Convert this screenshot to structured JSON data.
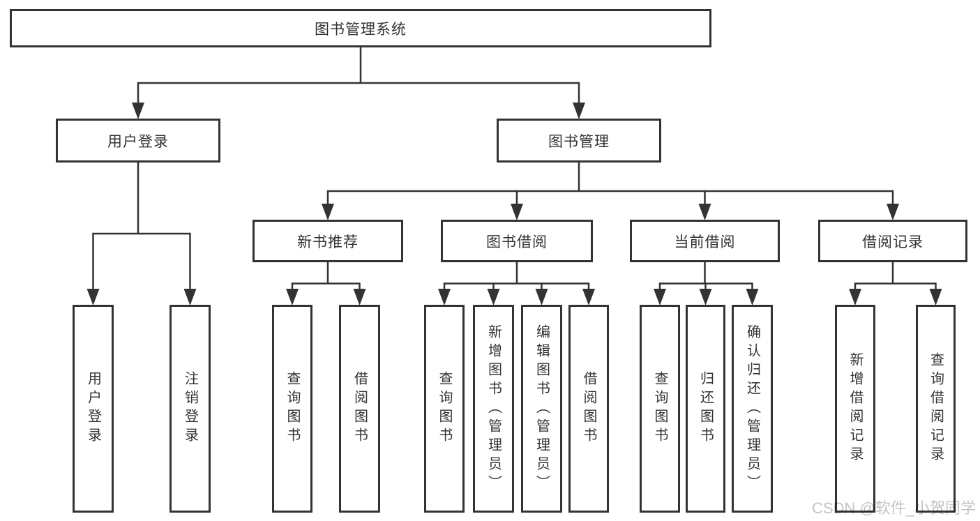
{
  "diagram": {
    "title": "图书管理系统",
    "nodes": [
      {
        "id": "root",
        "label": "图书管理系统",
        "orientation": "horizontal",
        "children": [
          "user-login",
          "book-mgmt"
        ]
      },
      {
        "id": "user-login",
        "label": "用户登录",
        "orientation": "horizontal",
        "children": [
          "leaf-user-login",
          "leaf-logout"
        ]
      },
      {
        "id": "book-mgmt",
        "label": "图书管理",
        "orientation": "horizontal",
        "children": [
          "new-book-rec",
          "book-borrow",
          "current-borrow",
          "borrow-records"
        ]
      },
      {
        "id": "new-book-rec",
        "label": "新书推荐",
        "orientation": "horizontal",
        "children": [
          "leaf-query-books-1",
          "leaf-borrow-books-1"
        ]
      },
      {
        "id": "book-borrow",
        "label": "图书借阅",
        "orientation": "horizontal",
        "children": [
          "leaf-query-books-2",
          "leaf-add-book",
          "leaf-edit-book",
          "leaf-borrow-books-2"
        ]
      },
      {
        "id": "current-borrow",
        "label": "当前借阅",
        "orientation": "horizontal",
        "children": [
          "leaf-query-books-3",
          "leaf-return-book",
          "leaf-confirm-return"
        ]
      },
      {
        "id": "borrow-records",
        "label": "借阅记录",
        "orientation": "horizontal",
        "children": [
          "leaf-add-borrow-record",
          "leaf-query-borrow-record"
        ]
      },
      {
        "id": "leaf-user-login",
        "label": "用户登录",
        "orientation": "vertical",
        "children": []
      },
      {
        "id": "leaf-logout",
        "label": "注销登录",
        "orientation": "vertical",
        "children": []
      },
      {
        "id": "leaf-query-books-1",
        "label": "查询图书",
        "orientation": "vertical",
        "children": []
      },
      {
        "id": "leaf-borrow-books-1",
        "label": "借阅图书",
        "orientation": "vertical",
        "children": []
      },
      {
        "id": "leaf-query-books-2",
        "label": "查询图书",
        "orientation": "vertical",
        "children": []
      },
      {
        "id": "leaf-add-book",
        "label": "新增图书（管理员）",
        "orientation": "vertical",
        "children": []
      },
      {
        "id": "leaf-edit-book",
        "label": "编辑图书（管理员）",
        "orientation": "vertical",
        "children": []
      },
      {
        "id": "leaf-borrow-books-2",
        "label": "借阅图书",
        "orientation": "vertical",
        "children": []
      },
      {
        "id": "leaf-query-books-3",
        "label": "查询图书",
        "orientation": "vertical",
        "children": []
      },
      {
        "id": "leaf-return-book",
        "label": "归还图书",
        "orientation": "vertical",
        "children": []
      },
      {
        "id": "leaf-confirm-return",
        "label": "确认归还（管理员）",
        "orientation": "vertical",
        "children": []
      },
      {
        "id": "leaf-add-borrow-record",
        "label": "新增借阅记录",
        "orientation": "vertical",
        "children": []
      },
      {
        "id": "leaf-query-borrow-record",
        "label": "查询借阅记录",
        "orientation": "vertical",
        "children": []
      }
    ]
  },
  "watermark": {
    "text": "CSDN @软件_小贺同学"
  },
  "colors": {
    "line": "#333333",
    "box_border": "#333333",
    "box_fill": "#ffffff",
    "text": "#333333",
    "background": "#ffffff",
    "watermark": "#c4c4c4"
  }
}
